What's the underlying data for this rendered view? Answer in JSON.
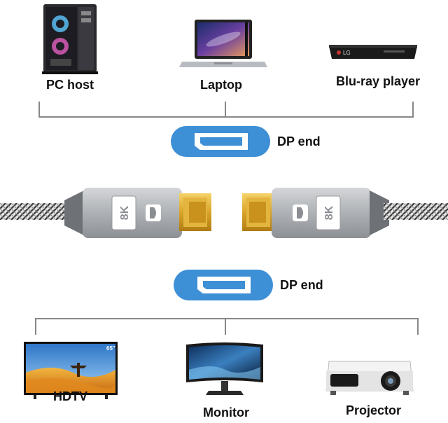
{
  "top_devices": [
    {
      "label": "PC host",
      "icon": "pc-tower-icon"
    },
    {
      "label": "Laptop",
      "icon": "laptop-icon"
    },
    {
      "label": "Blu-ray player",
      "icon": "bluray-player-icon"
    }
  ],
  "bottom_devices": [
    {
      "label": "HDTV",
      "icon": "tv-icon"
    },
    {
      "label": "Monitor",
      "icon": "monitor-icon"
    },
    {
      "label": "Projector",
      "icon": "projector-icon"
    }
  ],
  "dp_top": {
    "label": "DP end"
  },
  "dp_bottom": {
    "label": "DP end"
  },
  "connector": {
    "badge": "8K",
    "tv_size": "65\""
  },
  "colors": {
    "accent": "#3d8fd6",
    "line": "#888888",
    "connector_shell": "#b9bcc0",
    "gold": "#d9a42a"
  }
}
